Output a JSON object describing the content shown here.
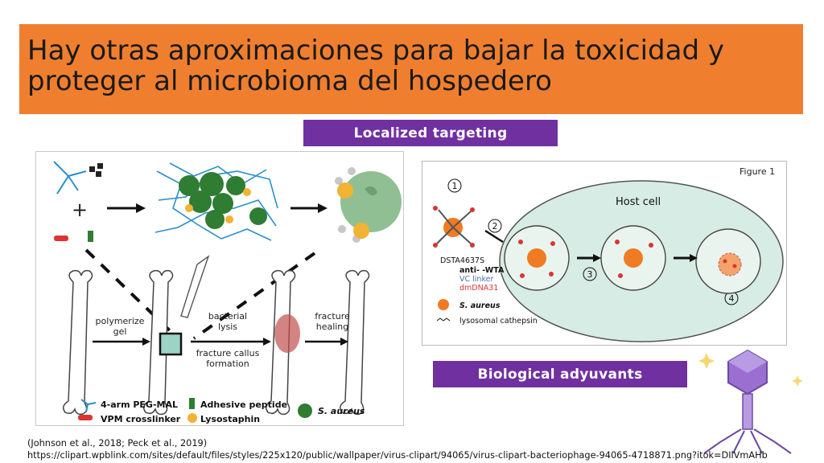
{
  "slide": {
    "title": "Hay otras aproximaciones para bajar la toxicidad y proteger al microbioma del hospedero",
    "label_localized": "Localized targeting",
    "label_biological": "Biological adyuvants"
  },
  "figure_left": {
    "plus_sign": "+",
    "step_polymerize": "polymerize\ngel",
    "step_lysis": "bacterial\nlysis",
    "step_callus": "fracture callus\nformation",
    "step_healing": "fracture\nhealing",
    "legend": {
      "peg_mal": "4-arm PEG-MAL",
      "vpm": "VPM crosslinker",
      "adhesive": "Adhesive peptide",
      "lysostaphin": "Lysostaphin",
      "saureus": "S. aureus"
    }
  },
  "figure_right": {
    "figure_label": "Figure 1",
    "host_cell": "Host cell",
    "steps": [
      "1",
      "2",
      "3",
      "4"
    ],
    "legend": {
      "dsta": "DSTA4637S",
      "anti_wta": "anti- -WTA",
      "vc_linker": "VC linker",
      "dmdna31": "dmDNA31",
      "saureus": "S. aureus",
      "cathepsin": "lysosomal cathepsin"
    }
  },
  "references": {
    "citation": "(Johnson et al., 2018; Peck et al., 2019)",
    "url": "https://clipart.wpblink.com/sites/default/files/styles/225x120/public/wallpaper/virus-clipart/94065/virus-clipart-bacteriophage-94065-4718871.png?itok=DIlVmAHb"
  },
  "colors": {
    "title_bar": "#ef7f2f",
    "tag_bg": "#7030a0",
    "host_cell_fill": "#d7ece4",
    "bacteria_green": "#2e7d32",
    "saureus_orange": "#f07b22"
  }
}
